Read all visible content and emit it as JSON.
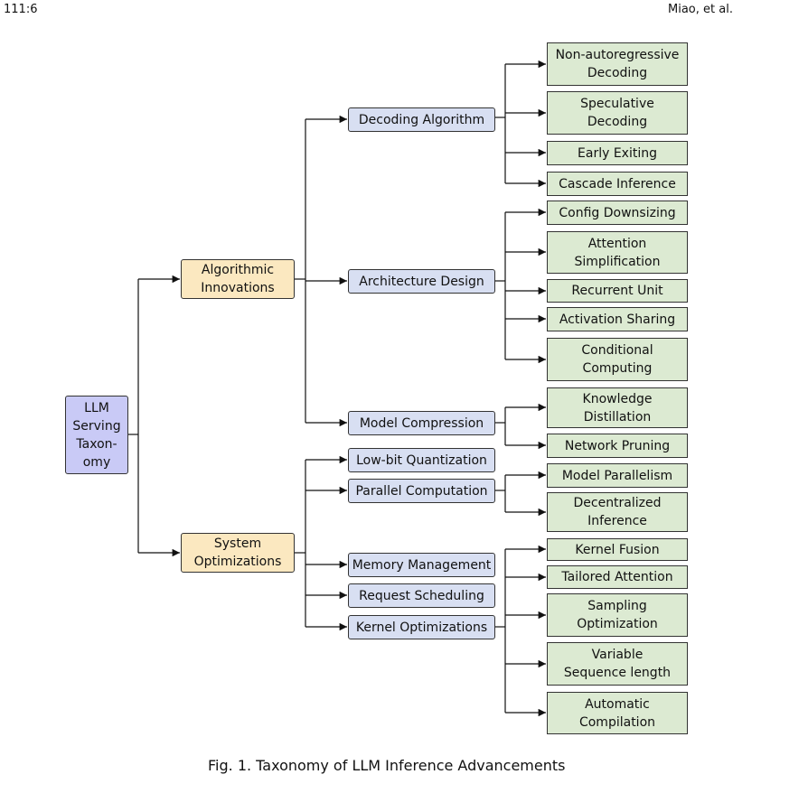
{
  "header": {
    "left": "111:6",
    "right": "Miao, et al."
  },
  "caption": "Fig. 1.  Taxonomy of LLM Inference Advancements",
  "colors": {
    "root": "#c9caf6",
    "level1": "#fbe8c0",
    "level2": "#d8dff2",
    "leaf": "#dcead2"
  },
  "nodes": {
    "root": "LLM\nServing\nTaxon-\nomy",
    "alg": "Algorithmic\nInnovations",
    "sys": "System\nOptimizations",
    "dec": "Decoding Algorithm",
    "arch": "Architecture Design",
    "comp": "Model Compression",
    "lowbit": "Low-bit Quantization",
    "par": "Parallel Computation",
    "mem": "Memory Management",
    "req": "Request Scheduling",
    "kern": "Kernel Optimizations",
    "nonauto": "Non-autoregressive\nDecoding",
    "spec": "Speculative\nDecoding",
    "early": "Early Exiting",
    "cascade": "Cascade Inference",
    "config": "Config Downsizing",
    "attn": "Attention\nSimplification",
    "recur": "Recurrent Unit",
    "act": "Activation Sharing",
    "cond": "Conditional\nComputing",
    "know": "Knowledge\nDistillation",
    "prune": "Network Pruning",
    "modpar": "Model Parallelism",
    "decent": "Decentralized\nInference",
    "fusion": "Kernel Fusion",
    "tailored": "Tailored Attention",
    "sampling": "Sampling\nOptimization",
    "varseq": "Variable\nSequence length",
    "autocomp": "Automatic\nCompilation"
  }
}
